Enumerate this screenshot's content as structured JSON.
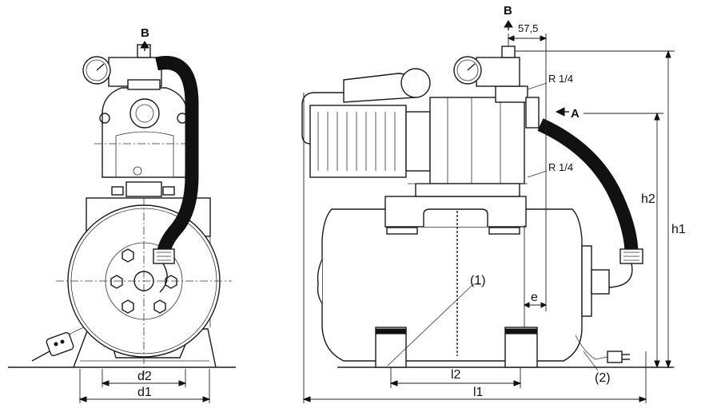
{
  "labels": {
    "outlet_front": "B",
    "outlet_side": "B",
    "inlet": "A",
    "dim_top": "57,5",
    "thread_upper": "R 1/4",
    "thread_lower": "R 1/4",
    "h1": "h1",
    "h2": "h2",
    "d1": "d1",
    "d2": "d2",
    "l1": "l1",
    "l2": "l2",
    "e": "e",
    "callout_1": "(1)",
    "callout_2": "(2)"
  }
}
